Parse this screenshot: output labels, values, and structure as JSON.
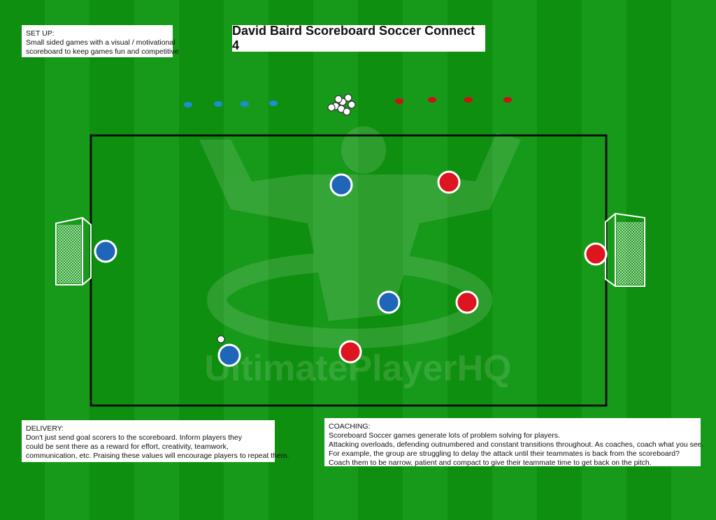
{
  "title": "David Baird Scoreboard Soccer Connect 4",
  "setup": {
    "heading": "SET UP:",
    "lines": [
      "Small sided games with a visual / motivational",
      "scoreboard to keep games fun and competitive"
    ]
  },
  "delivery": {
    "heading": "DELIVERY:",
    "lines": [
      "Don't just send goal scorers to the scoreboard. Inform players they",
      "could be sent there as a reward for effort, creativity, teamwork,",
      "communication, etc. Praising these values will encourage players to repeat them."
    ]
  },
  "coaching": {
    "heading": "COACHING:",
    "lines": [
      "Scoreboard Soccer games generate lots of problem solving for players.",
      "Attacking overloads, defending outnumbered and constant transitions throughout. As coaches, coach what you see.",
      "For example, the group are struggling to delay the attack until their teammates is back from the scoreboard?",
      "Coach them to be narrow, patient and compact to give their teammate time to get back on the pitch."
    ]
  },
  "watermark": "UltimatePlayerHQ",
  "colors": {
    "blue_team": "#1f66b8",
    "red_team": "#dd1520",
    "blue_cone": "#1a8fd6",
    "red_cone": "#d01018"
  }
}
